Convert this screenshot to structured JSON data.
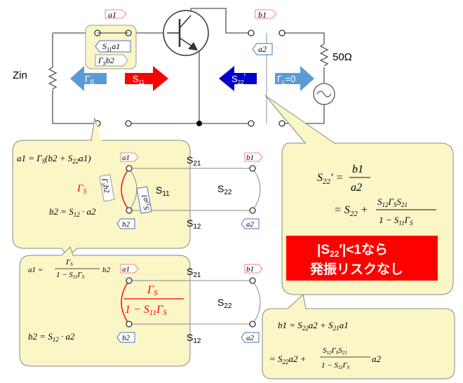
{
  "labels": {
    "zin": "Zin",
    "ohm50": "50Ω",
    "a1": "a1",
    "b1": "b1",
    "a2": "a2",
    "b2": "b2",
    "s11": "S",
    "s11_sub": "11",
    "s21": "S",
    "s21_sub": "21",
    "s12": "S",
    "s12_sub": "12",
    "s22": "S",
    "s22_sub": "22",
    "gamma_s": "Γ",
    "gamma_s_sub": "S",
    "gamma_l": "Γ",
    "gamma_l_sub": "L",
    "gamma_l_eq": "=0",
    "s22_prime_sub": "22",
    "prime": "′",
    "s11a1_S": "S",
    "s11a1_sub": "11",
    "s11a1_a": "a1",
    "gsb2_G": "Γ",
    "gsb2_sub": "S",
    "gsb2_b": "b2"
  },
  "panel1": {
    "eq_a1": "a1 = Γ",
    "eq_a1_sub": "S",
    "eq_a1_rest": "(b2 + S",
    "eq_a1_sub2": "22",
    "eq_a1_end": "a1)",
    "eq_b2": "b2 = S",
    "eq_b2_sub": "12",
    "eq_b2_end": " · a2",
    "gamma": "Γ",
    "gamma_sub": "S",
    "rot_gs": "Γ",
    "rot_gs_sub": "S",
    "rot_gs_b": "b2",
    "rot_s11": "S",
    "rot_s11_sub": "11",
    "rot_s11_a": "a1"
  },
  "panel2": {
    "eq_a1_lhs": "a1 =",
    "eq_a1_num": "Γ",
    "eq_a1_num_sub": "S",
    "eq_a1_den": "1 − S",
    "eq_a1_den_sub": "11",
    "eq_a1_den_g": "Γ",
    "eq_a1_den_gsub": "S",
    "eq_a1_tail": "b2",
    "eq_b2": "b2 = S",
    "eq_b2_sub": "12",
    "eq_b2_end": " · a2",
    "frac_num": "Γ",
    "frac_num_sub": "S",
    "frac_den": "1 − S",
    "frac_den_sub": "11",
    "frac_den_g": "Γ",
    "frac_den_gsub": "S"
  },
  "panel3": {
    "lhs": "S",
    "lhs_sub": "22",
    "lhs_prime": "′ =",
    "frac1_num": "b1",
    "frac1_den": "a2",
    "line2_eq": "= S",
    "line2_sub": "22",
    "line2_plus": "+",
    "frac2_num": "S",
    "frac2_num_sub1": "12",
    "frac2_num_g": "Γ",
    "frac2_num_gsub": "S",
    "frac2_num_s": "S",
    "frac2_num_sub2": "21",
    "frac2_den": "1 − S",
    "frac2_den_sub": "11",
    "frac2_den_g": "Γ",
    "frac2_den_gsub": "S",
    "banner_line1": "|S",
    "banner_sub": "22",
    "banner_line1_end": "′|<1なら",
    "banner_line2": "発振リスクなし"
  },
  "panel4": {
    "line1": "b1 = S",
    "line1_sub": "22",
    "line1_mid": "a2 + S",
    "line1_sub2": "21",
    "line1_end": "a1",
    "line2_eq": "= S",
    "line2_sub": "22",
    "line2_mid": "a2 +",
    "frac_num": "S",
    "frac_num_sub": "12",
    "frac_num_g": "Γ",
    "frac_num_gsub": "S",
    "frac_num_s": "S",
    "frac_num_sub2": "21",
    "frac_den": "1 − S",
    "frac_den_sub": "11",
    "frac_den_g": "Γ",
    "frac_den_gsub": "S",
    "tail": "a2"
  },
  "colors": {
    "callout_fill": "#fbf6c6",
    "callout_stroke": "#7f7f7f",
    "blue_arrow": "#5b9bd5",
    "dark_blue_arrow": "#0000cc",
    "red_arrow": "#ff0000",
    "banner_red": "#ff0000",
    "label_red": "#ff0000",
    "tag_stroke_blue": "#4472c4",
    "tag_stroke_red": "#ff6060"
  }
}
